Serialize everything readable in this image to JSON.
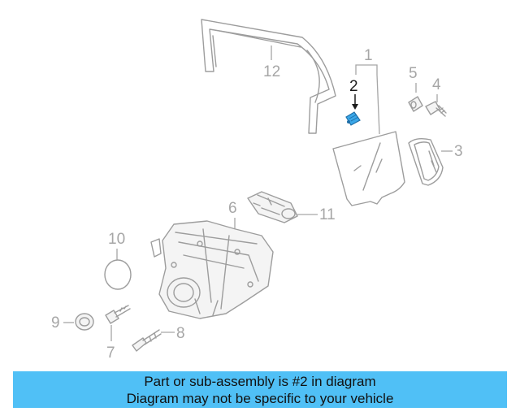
{
  "callouts": {
    "p1": "1",
    "p2": "2",
    "p3": "3",
    "p4": "4",
    "p5": "5",
    "p6": "6",
    "p7": "7",
    "p8": "8",
    "p9": "9",
    "p10": "10",
    "p11": "11",
    "p12": "12"
  },
  "highlighted_part": "2",
  "colors": {
    "highlight": "#3aa7e8",
    "banner": "#50c0f6",
    "linework": "#9d9d9d",
    "labels": "#a6a6a6"
  },
  "banner": {
    "line1": "Part or sub-assembly is #2 in diagram",
    "line2": "Diagram may not be specific to your vehicle"
  }
}
